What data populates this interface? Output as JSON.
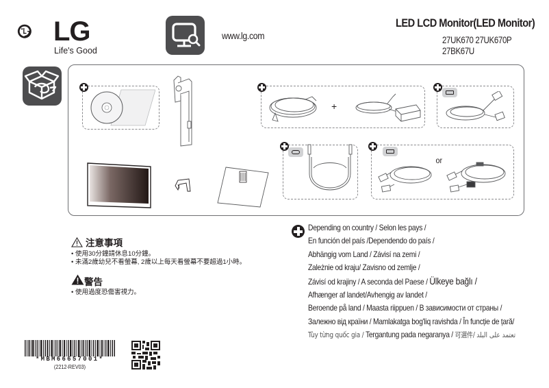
{
  "header": {
    "brand": "LG",
    "tagline": "Life's Good",
    "website": "www.lg.com",
    "doc_title": "LED LCD Monitor(LED Monitor)",
    "models": [
      "27UK670 27UK670P",
      "27BK67U"
    ]
  },
  "icons": {
    "website": "monitor-search-icon",
    "contents": "open-box-icon"
  },
  "panel": {
    "items": [
      {
        "name": "cd-and-manual",
        "optional": true
      },
      {
        "name": "stand-body",
        "optional": false
      },
      {
        "name": "power-cord-and-ac-dc-adapter",
        "optional": true,
        "joiner": "+"
      },
      {
        "name": "hdmi-cable",
        "optional": true,
        "port": "hdmi"
      },
      {
        "name": "monitor",
        "optional": false
      },
      {
        "name": "cable-holder",
        "optional": false
      },
      {
        "name": "stand-base",
        "optional": false
      },
      {
        "name": "usb-c-cable",
        "optional": true,
        "port": "usb-c"
      },
      {
        "name": "usb-cable",
        "optional": true,
        "port": "usb",
        "joiner": "or"
      }
    ],
    "plus_label": "+",
    "or_label": "or"
  },
  "caution": {
    "title": "注意事項",
    "items": [
      "使用30分鐘請休息10分鐘。",
      "未滿2歲幼兒不看螢幕, 2歲以上每天看螢幕不要超過1小時。"
    ]
  },
  "warning": {
    "title": "警告",
    "items": [
      "使用過度恐傷害視力。"
    ]
  },
  "country": {
    "lines": [
      "Depending on country /  Selon les pays /",
      "En función del país /Dependendo do país /",
      "Abhängig vom Land / Závisí na zemi /",
      "Zależnie od kraju/ Zavisno od zemlje /",
      "Závisí od krajiny /  A seconda del Paese / ",
      "Afhænger af landet/Avhengig av landet /",
      "Beroende på land / Maasta riippuen / В зависимости от страны /",
      "Залежно від країни / Mamlakatga bog'liq ravishda / În funcție de țară/",
      "Tergantung pada negaranya / "
    ],
    "turkish": "Ülkeye bağlı /",
    "vietnamese": "Tùy từng quốc gia / ",
    "chinese": "可選件/",
    "arabic": "تعتمد على البلد"
  },
  "barcode": {
    "code": "*MBM66657001*",
    "revision": "(2212-REV03)"
  }
}
